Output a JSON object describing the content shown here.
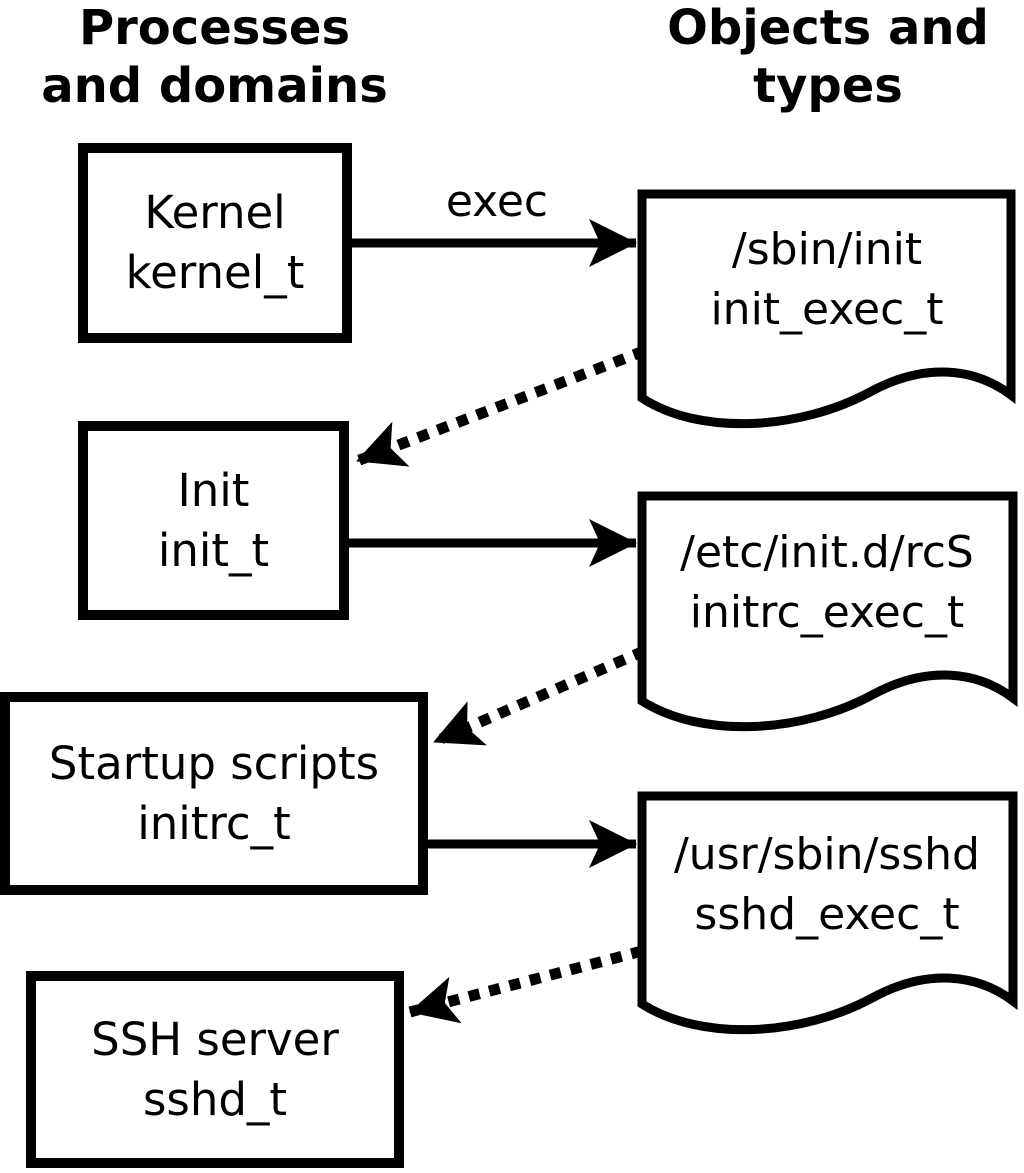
{
  "diagram": {
    "column_headers": {
      "left": {
        "line1": "Processes",
        "line2": "and domains"
      },
      "right": {
        "line1": "Objects and",
        "line2": "types"
      }
    },
    "processes": [
      {
        "name": "Kernel",
        "domain": "kernel_t"
      },
      {
        "name": "Init",
        "domain": "init_t"
      },
      {
        "name": "Startup scripts",
        "domain": "initrc_t"
      },
      {
        "name": "SSH server",
        "domain": "sshd_t"
      }
    ],
    "objects": [
      {
        "path": "/sbin/init",
        "type": "init_exec_t"
      },
      {
        "path": "/etc/init.d/rcS",
        "type": "initrc_exec_t"
      },
      {
        "path": "/usr/sbin/sshd",
        "type": "sshd_exec_t"
      }
    ],
    "arrows": [
      {
        "label": "exec",
        "style": "solid",
        "from": "Kernel (kernel_t)",
        "to": "/sbin/init (init_exec_t)"
      },
      {
        "label": "",
        "style": "dotted",
        "from": "/sbin/init (init_exec_t)",
        "to": "Init (init_t)"
      },
      {
        "label": "",
        "style": "solid",
        "from": "Init (init_t)",
        "to": "/etc/init.d/rcS (initrc_exec_t)"
      },
      {
        "label": "",
        "style": "dotted",
        "from": "/etc/init.d/rcS (initrc_exec_t)",
        "to": "Startup scripts (initrc_t)"
      },
      {
        "label": "",
        "style": "solid",
        "from": "Startup scripts (initrc_t)",
        "to": "/usr/sbin/sshd (sshd_exec_t)"
      },
      {
        "label": "",
        "style": "dotted",
        "from": "/usr/sbin/sshd (sshd_exec_t)",
        "to": "SSH server (sshd_t)"
      }
    ],
    "colors": {
      "foreground": "#000000",
      "background": "#ffffff"
    }
  }
}
